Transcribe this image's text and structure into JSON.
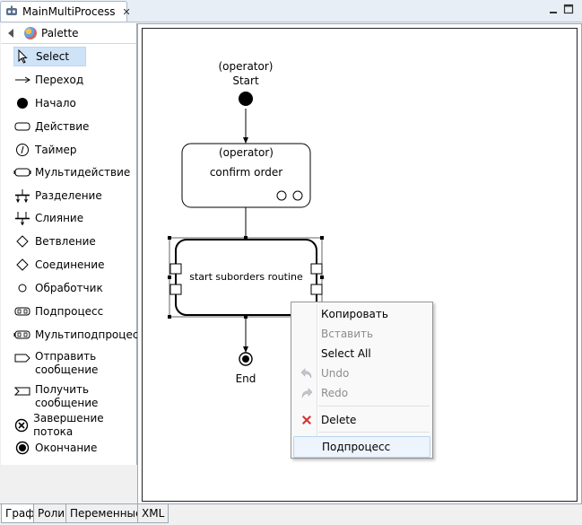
{
  "editor": {
    "tab_title": "MainMultiProcess",
    "close_glyph": "✕"
  },
  "palette": {
    "title": "Palette",
    "items": [
      {
        "label": "Select",
        "icon": "arrow-cursor-icon",
        "selected": true
      },
      {
        "label": "Переход",
        "icon": "transition-arrow-icon"
      },
      {
        "label": "Начало",
        "icon": "start-node-icon"
      },
      {
        "label": "Действие",
        "icon": "action-icon"
      },
      {
        "label": "Таймер",
        "icon": "timer-icon"
      },
      {
        "label": "Мультидействие",
        "icon": "multi-action-icon"
      },
      {
        "label": "Разделение",
        "icon": "fork-icon"
      },
      {
        "label": "Слияние",
        "icon": "join-icon"
      },
      {
        "label": "Ветвление",
        "icon": "decision-icon"
      },
      {
        "label": "Соединение",
        "icon": "conjunction-icon"
      },
      {
        "label": "Обработчик",
        "icon": "handler-icon"
      },
      {
        "label": "Подпроцесс",
        "icon": "subprocess-icon"
      },
      {
        "label": "Мультиподпроцесс",
        "icon": "multi-subprocess-icon"
      },
      {
        "label": "Отправить сообщение",
        "line1": "Отправить",
        "line2": "сообщение",
        "icon": "send-message-icon"
      },
      {
        "label": "Получить сообщение",
        "line1": "Получить",
        "line2": "сообщение",
        "icon": "receive-message-icon"
      },
      {
        "label": "Завершение потока",
        "icon": "end-token-icon"
      },
      {
        "label": "Окончание",
        "icon": "end-node-icon"
      }
    ]
  },
  "diagram": {
    "start": {
      "role": "(operator)",
      "name": "Start"
    },
    "task": {
      "role": "(operator)",
      "name": "confirm order"
    },
    "subprocess": {
      "name": "start suborders routine"
    },
    "end": {
      "name": "End"
    }
  },
  "context_menu": {
    "items": [
      {
        "label": "Копировать",
        "enabled": true
      },
      {
        "label": "Вставить",
        "enabled": false
      },
      {
        "label": "Select All",
        "enabled": true
      },
      {
        "label": "Undo",
        "enabled": false,
        "icon": "undo-icon"
      },
      {
        "label": "Redo",
        "enabled": false,
        "icon": "redo-icon"
      },
      {
        "label": "Delete",
        "enabled": true,
        "icon": "delete-icon"
      },
      {
        "label": "Подпроцесс",
        "enabled": true,
        "highlighted": true
      }
    ]
  },
  "bottom_tabs": [
    {
      "label": "Граф",
      "active": true
    },
    {
      "label": "Роли"
    },
    {
      "label": "Переменные"
    },
    {
      "label": "XML"
    }
  ],
  "colors": {
    "selection": "#cfe3f8",
    "delete_red": "#d63232",
    "disabled_text": "#8d8d8d"
  }
}
